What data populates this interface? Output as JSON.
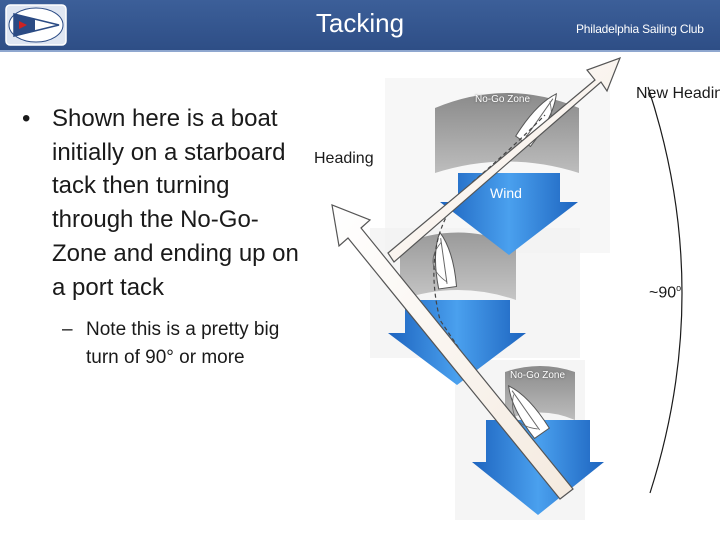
{
  "header": {
    "title": "Tacking",
    "club_name": "Philadelphia Sailing Club",
    "logo_icon": "club-burgee-logo",
    "colors": {
      "bar": "#3c5f99",
      "accent": "#8fa7cf"
    }
  },
  "bullets": {
    "main": "Shown here is a boat initially on a starboard tack then turning through the No-Go-Zone and ending up on a port tack",
    "sub": "Note this is a pretty big turn of 90° or more",
    "main_marker": "•",
    "sub_marker": "–"
  },
  "diagram": {
    "no_go_zone_top": "No-Go Zone",
    "no_go_zone_bottom": "No-Go Zone",
    "heading": "Heading",
    "new_heading": "New Heading",
    "wind": "Wind",
    "angle_value": "~90",
    "angle_unit": "o",
    "colors": {
      "wind_arrow": "#2f7fd6",
      "no_go_zone": "#8a8a8a"
    }
  }
}
